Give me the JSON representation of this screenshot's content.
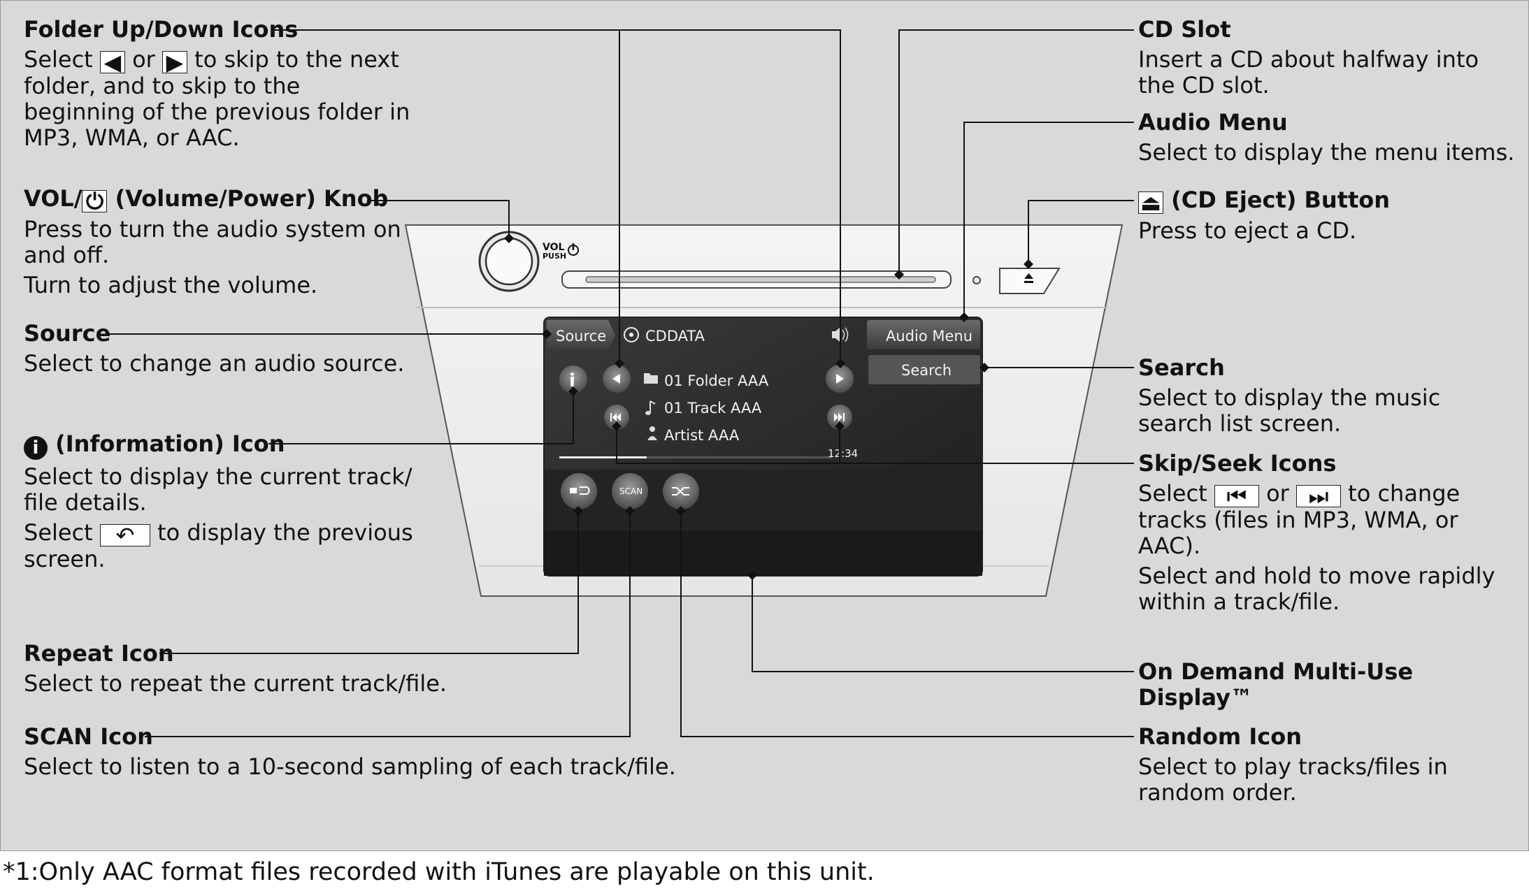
{
  "callouts": {
    "folder": {
      "title": "Folder Up/Down Icons",
      "pre": "Select",
      "or": "or",
      "post": "to skip to the next",
      "rest": "folder, and to skip to the beginning of the previous folder in MP3, WMA, or AAC."
    },
    "vol": {
      "title_a": "VOL/",
      "title_b": "(Volume/Power) Knob",
      "desc": "Press to turn the audio system on and off.",
      "desc2": "Turn to adjust the volume."
    },
    "source": {
      "title": "Source",
      "desc": "Select to change an audio source."
    },
    "info": {
      "title": "(Information) Icon",
      "desc": "Select to display the current track/ file details.",
      "pre": "Select",
      "post": "to display the previous screen."
    },
    "repeat": {
      "title": "Repeat Icon",
      "desc": "Select to repeat the current track/file."
    },
    "scan": {
      "title": "SCAN Icon",
      "desc": "Select to listen to a 10-second sampling of each track/file."
    },
    "cdslot": {
      "title": "CD Slot",
      "desc": "Insert a CD about halfway into the CD slot."
    },
    "audiomenu": {
      "title": "Audio Menu",
      "desc": "Select to display the menu items."
    },
    "eject": {
      "title": "(CD Eject) Button",
      "desc": "Press to eject a CD."
    },
    "search": {
      "title": "Search",
      "desc": "Select to display the music search list screen."
    },
    "skip": {
      "title": "Skip/Seek Icons",
      "pre": "Select",
      "or": "or",
      "post": "to change tracks (files in MP3, WMA, or AAC).",
      "desc2": "Select and hold to move rapidly within a track/file."
    },
    "ondemand": {
      "title": "On Demand Multi-Use Display™"
    },
    "random": {
      "title": "Random Icon",
      "desc": "Select to play tracks/files in random order."
    }
  },
  "screen": {
    "source_btn": "Source",
    "cd_label": "CDDATA",
    "audio_menu_btn": "Audio Menu",
    "search_btn": "Search",
    "folder_line": "01 Folder AAA",
    "track_line": "01 Track AAA",
    "artist_line": "Artist AAA",
    "time": "12:34",
    "scan_btn": "SCAN"
  },
  "unit": {
    "vol_label": "VOL",
    "push_label": "PUSH"
  },
  "footnote": "*1:Only AAC format files recorded with iTunes are playable on this unit."
}
